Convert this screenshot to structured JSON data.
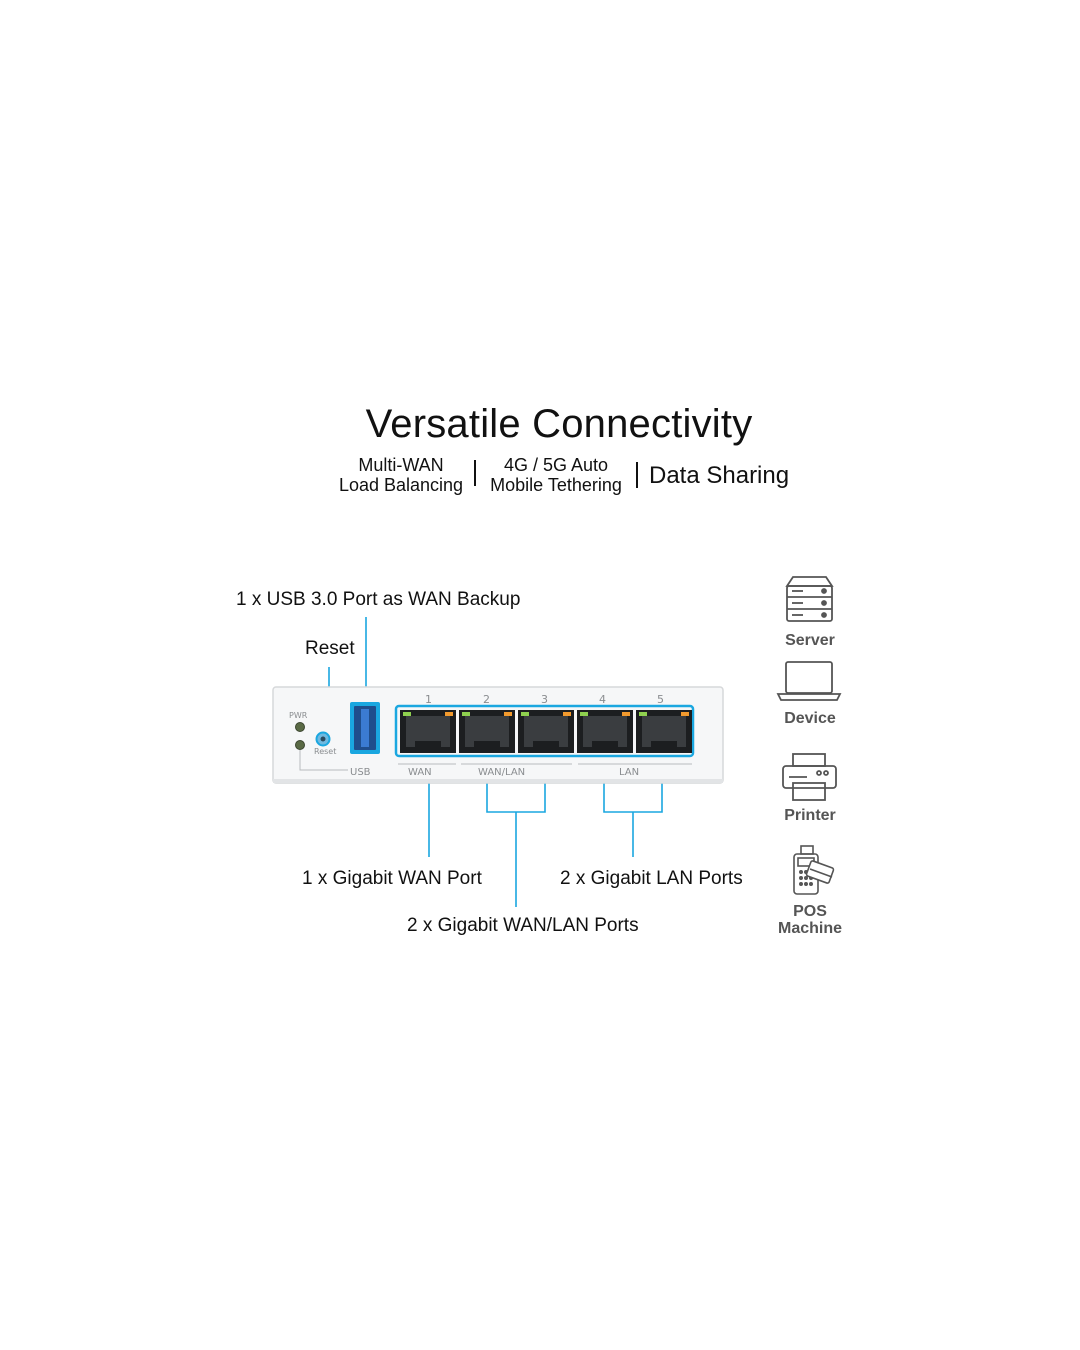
{
  "header": {
    "title": "Versatile Connectivity",
    "features": [
      {
        "line1": "Multi-WAN",
        "line2": "Load Balancing"
      },
      {
        "line1": "4G / 5G Auto",
        "line2": "Mobile Tethering"
      },
      {
        "line1": "Data Sharing",
        "line2": ""
      }
    ]
  },
  "callouts": {
    "usb": "1 x USB 3.0 Port as WAN Backup",
    "reset": "Reset",
    "wan": "1 x Gigabit WAN Port",
    "lan": "2 x Gigabit LAN Ports",
    "wanlan": "2 x Gigabit WAN/LAN Ports"
  },
  "device": {
    "led_label": "PWR",
    "reset_label": "Reset",
    "port_numbers": [
      "1",
      "2",
      "3",
      "4",
      "5"
    ],
    "usb_label": "USB",
    "wan_label": "WAN",
    "wanlan_label": "WAN/LAN",
    "lan_label": "LAN"
  },
  "devices": [
    {
      "label": "Server",
      "icon": "server-icon"
    },
    {
      "label": "Device",
      "icon": "laptop-icon"
    },
    {
      "label": "Printer",
      "icon": "printer-icon"
    },
    {
      "label": "POS",
      "label2": "Machine",
      "icon": "pos-terminal-icon"
    }
  ],
  "colors": {
    "accent": "#1aa7e0",
    "led_green": "#8fd14f",
    "led_orange": "#f29a2e"
  }
}
